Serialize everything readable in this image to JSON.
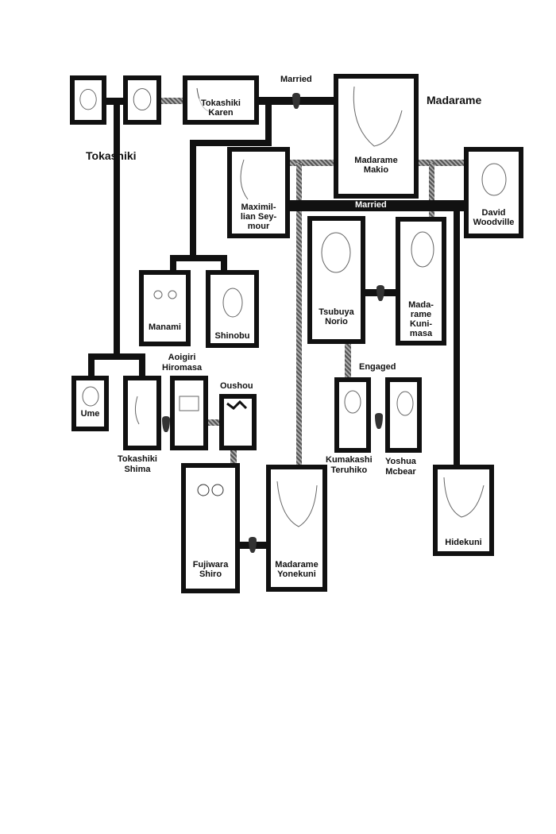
{
  "families": {
    "tokashiki": "Tokashiki",
    "madarame": "Madarame"
  },
  "relations": {
    "married_top": "Married",
    "married_mid": "Married",
    "engaged": "Engaged"
  },
  "people": {
    "grandpa": "",
    "grandma": "",
    "karen": "Tokashiki\nKaren",
    "makio": "Madarame\nMakio",
    "maximillian": "Maximil-\nlian Sey-\nmour",
    "david": "David\nWoodville",
    "norio": "Tsubuya\nNorio",
    "kunimasa": "Mada-\nrame\nKuni-\nmasa",
    "manami": "Manami",
    "shinobu": "Shinobu",
    "ume": "Ume",
    "shima": "Tokashiki\nShima",
    "hiromasa": "Aoigiri\nHiromasa",
    "oushou": "Oushou",
    "kumakashi": "Kumakashi\nTeruhiko",
    "yoshua": "Yoshua\nMcbear",
    "fujiwara": "Fujiwara\nShiro",
    "yonekuni": "Madarame\nYonekuni",
    "hidekuni": "Hidekuni"
  }
}
